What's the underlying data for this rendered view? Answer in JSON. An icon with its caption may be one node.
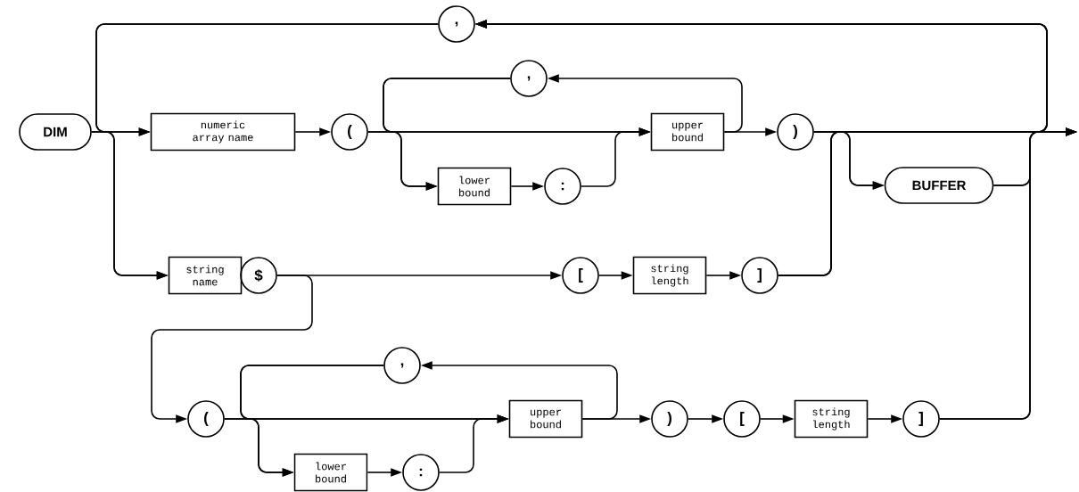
{
  "diagram": {
    "nodes": [
      {
        "text": [
          "DIM"
        ]
      },
      {
        "text": [
          "numeric array name"
        ]
      },
      {
        "text": [
          "("
        ]
      },
      {
        "text": [
          ","
        ]
      },
      {
        "text": [
          ","
        ]
      },
      {
        "text": [
          "lower bound"
        ]
      },
      {
        "text": [
          ":"
        ]
      },
      {
        "text": [
          "upper bound"
        ]
      },
      {
        "text": [
          ")"
        ]
      },
      {
        "text": [
          "BUFFER"
        ]
      },
      {
        "text": [
          "string name"
        ]
      },
      {
        "text": [
          "$"
        ]
      },
      {
        "text": [
          "["
        ]
      },
      {
        "text": [
          "string length"
        ]
      },
      {
        "text": [
          "]"
        ]
      },
      {
        "text": [
          "("
        ]
      },
      {
        "text": [
          ","
        ]
      },
      {
        "text": [
          "lower bound"
        ]
      },
      {
        "text": [
          ":"
        ]
      },
      {
        "text": [
          "upper bound"
        ]
      },
      {
        "text": [
          ")"
        ]
      },
      {
        "text": [
          "["
        ]
      },
      {
        "text": [
          "string length"
        ]
      },
      {
        "text": [
          "]"
        ]
      }
    ],
    "edges": [
      {
        "from": 0,
        "to": 1,
        "arrow": "to"
      },
      {
        "from": 0,
        "to": 10,
        "arrow": "to"
      },
      {
        "from": 3,
        "to": 1,
        "arrow": "to"
      },
      {
        "from": 3,
        "to": 10,
        "arrow": "to"
      },
      {
        "from": 1,
        "to": 2,
        "arrow": "to"
      },
      {
        "from": 2,
        "to": 7,
        "arrow": "to"
      },
      {
        "from": 2,
        "to": 5,
        "arrow": "to"
      },
      {
        "from": 5,
        "to": 6,
        "arrow": "to"
      },
      {
        "from": 6,
        "to": 7,
        "arrow": "to"
      },
      {
        "from": 7,
        "to": 8,
        "arrow": "to"
      },
      {
        "from": 7,
        "to": 4,
        "arrow": "to"
      },
      {
        "from": 4,
        "to": 7,
        "arrow": "to"
      },
      {
        "from": 4,
        "to": 5,
        "arrow": "to"
      },
      {
        "from": 8,
        "to": 9,
        "arrow": "to"
      },
      {
        "from": 8,
        "to": null,
        "arrow": "to"
      },
      {
        "from": 8,
        "to": 3,
        "arrow": "to"
      },
      {
        "from": 9,
        "to": null,
        "arrow": "to"
      },
      {
        "from": 9,
        "to": 3,
        "arrow": "to"
      },
      {
        "from": 11,
        "to": 12,
        "arrow": "to"
      },
      {
        "from": 11,
        "to": 15,
        "arrow": "to"
      },
      {
        "from": 12,
        "to": 13,
        "arrow": "to"
      },
      {
        "from": 13,
        "to": 14,
        "arrow": "to"
      },
      {
        "from": 14,
        "to": 9,
        "arrow": "to"
      },
      {
        "from": 14,
        "to": null,
        "arrow": "to"
      },
      {
        "from": 14,
        "to": 3,
        "arrow": "to"
      },
      {
        "from": 15,
        "to": 19,
        "arrow": "to"
      },
      {
        "from": 15,
        "to": 17,
        "arrow": "to"
      },
      {
        "from": 17,
        "to": 18,
        "arrow": "to"
      },
      {
        "from": 18,
        "to": 19,
        "arrow": "to"
      },
      {
        "from": 19,
        "to": 20,
        "arrow": "to"
      },
      {
        "from": 19,
        "to": 16,
        "arrow": "to"
      },
      {
        "from": 16,
        "to": 19,
        "arrow": "to"
      },
      {
        "from": 16,
        "to": 17,
        "arrow": "to"
      },
      {
        "from": 20,
        "to": 21,
        "arrow": "to"
      },
      {
        "from": 21,
        "to": 22,
        "arrow": "to"
      },
      {
        "from": 22,
        "to": 23,
        "arrow": "to"
      },
      {
        "from": 23,
        "to": null,
        "arrow": "to"
      },
      {
        "from": 23,
        "to": 3,
        "arrow": "to"
      }
    ]
  }
}
